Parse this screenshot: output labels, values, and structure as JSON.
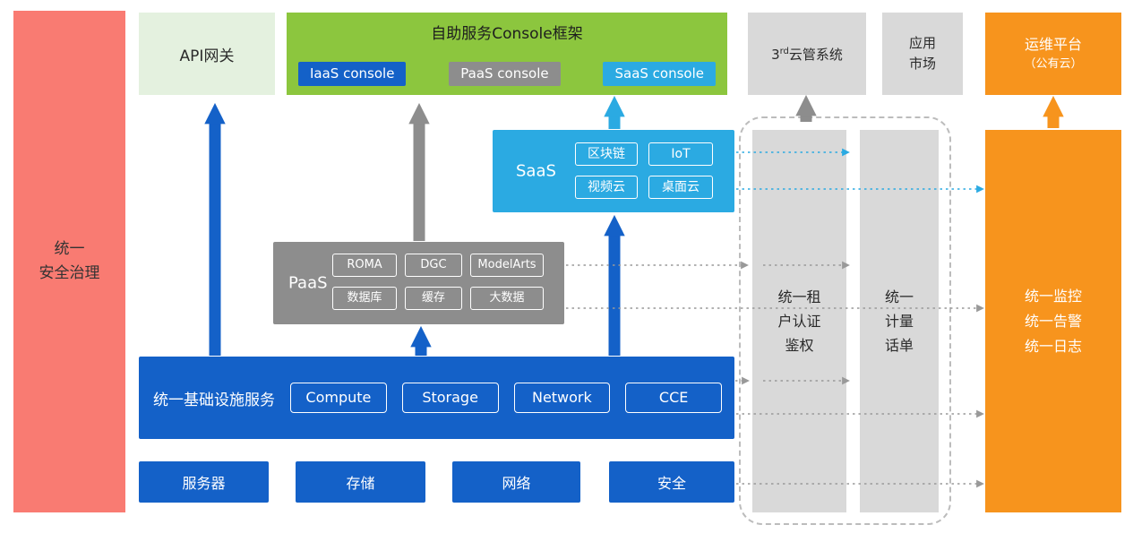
{
  "colors": {
    "red": "#F97B72",
    "lightgreen": "#E4F1DF",
    "green": "#8CC63E",
    "blue": "#1461C8",
    "cyan": "#2BAAE2",
    "gray": "#8D8D8D",
    "lightgray": "#D9D9D9",
    "orange": "#F7941D"
  },
  "security_bar": {
    "lines": [
      "统一",
      "安全治理"
    ]
  },
  "top": {
    "api_gateway": "API网关",
    "console": {
      "title": "自助服务Console框架",
      "buttons": [
        "IaaS console",
        "PaaS console",
        "SaaS console"
      ]
    },
    "third_party": {
      "num": "3",
      "sup": "rd",
      "rest": "云管系统"
    },
    "app_market": {
      "lines": [
        "应用",
        "市场"
      ]
    },
    "ops_platform": {
      "lines": [
        "运维平台",
        "（公有云）"
      ]
    }
  },
  "saas": {
    "label": "SaaS",
    "chips": [
      "区块链",
      "IoT",
      "视频云",
      "桌面云"
    ]
  },
  "paas": {
    "label": "PaaS",
    "chips": [
      "ROMA",
      "DGC",
      "ModelArts",
      "数据库",
      "缓存",
      "大数据"
    ]
  },
  "infra": {
    "label": "统一基础设施服务",
    "chips": [
      "Compute",
      "Storage",
      "Network",
      "CCE"
    ]
  },
  "foundation": {
    "items": [
      "服务器",
      "存储",
      "网络",
      "安全"
    ]
  },
  "right": {
    "auth_bar": {
      "lines": [
        "统一租",
        "户认证",
        "鉴权"
      ]
    },
    "billing_bar": {
      "lines": [
        "统一",
        "计量",
        "话单"
      ]
    },
    "monitor_bar": {
      "lines": [
        "统一监控",
        "统一告警",
        "统一日志"
      ]
    }
  }
}
